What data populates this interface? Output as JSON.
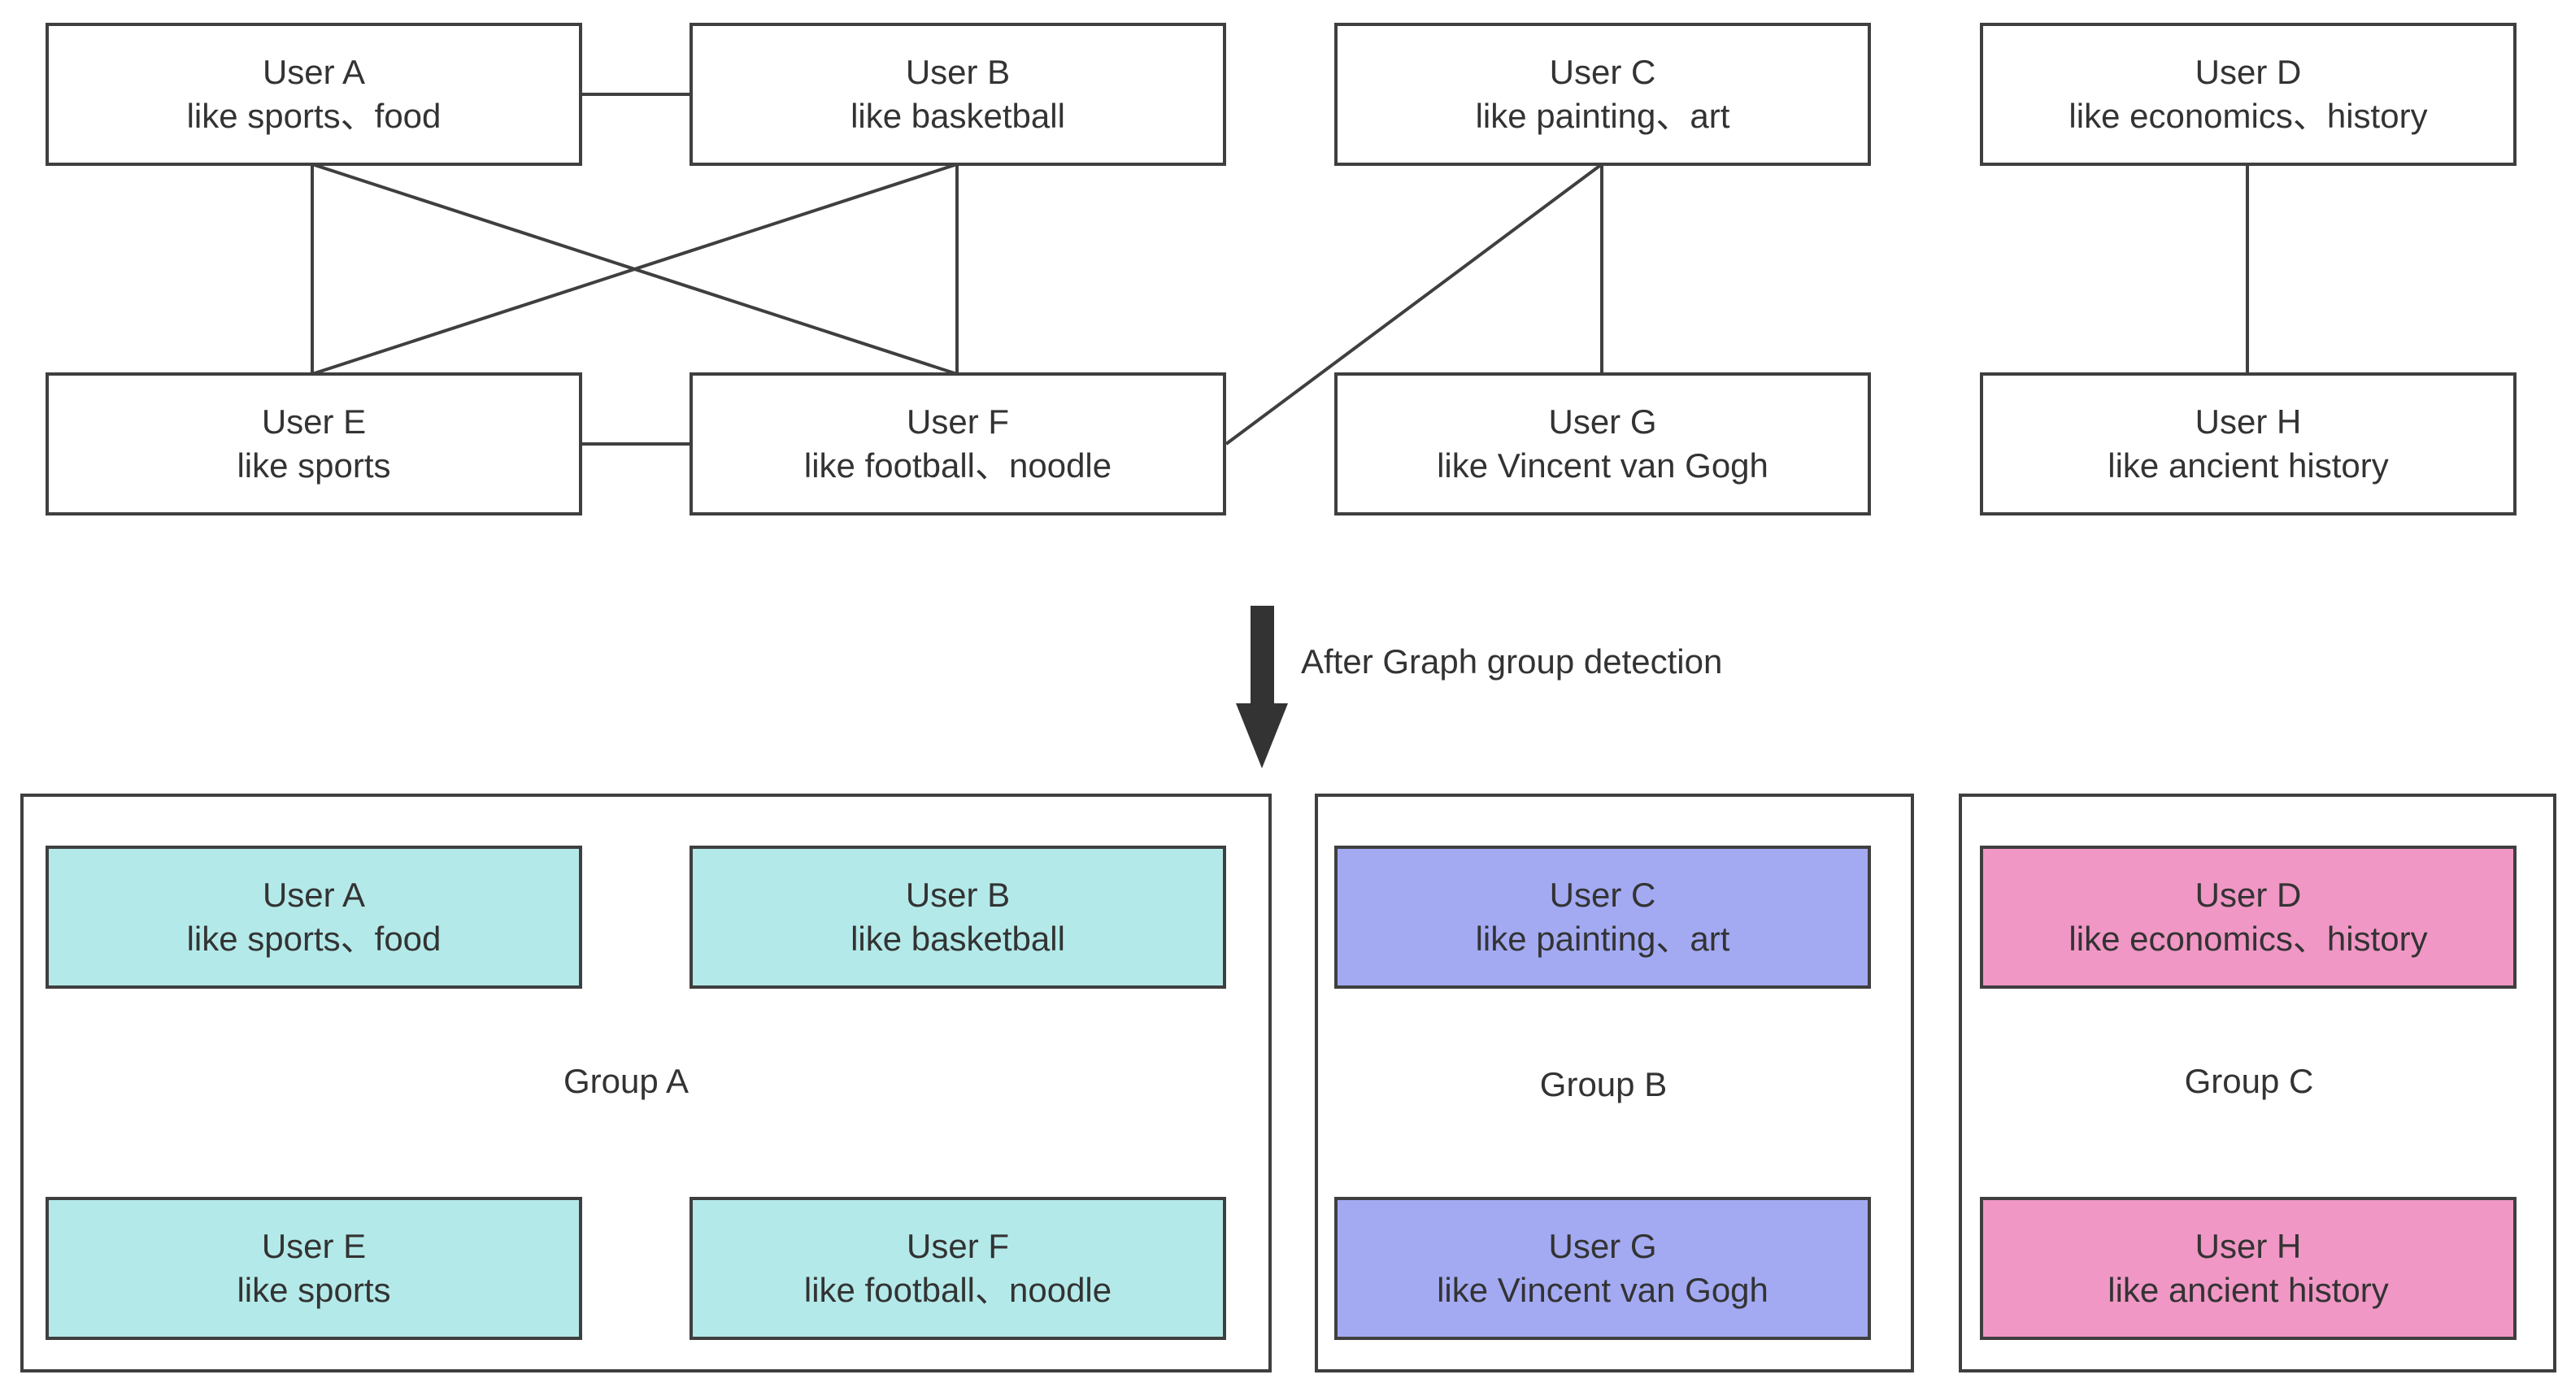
{
  "colors": {
    "group_a_fill": "#b4e9e9",
    "group_b_fill": "#a3aaf2",
    "group_c_fill": "#f097c5",
    "stroke": "#3f3f3f",
    "text": "#333333"
  },
  "users": {
    "a": {
      "name": "User A",
      "likes": "like sports、food"
    },
    "b": {
      "name": "User B",
      "likes": "like basketball"
    },
    "c": {
      "name": "User C",
      "likes": "like painting、art"
    },
    "d": {
      "name": "User D",
      "likes": "like economics、history"
    },
    "e": {
      "name": "User E",
      "likes": "like sports"
    },
    "f": {
      "name": "User F",
      "likes": "like football、noodle"
    },
    "g": {
      "name": "User G",
      "likes": "like Vincent van Gogh"
    },
    "h": {
      "name": "User H",
      "likes": "like ancient history"
    }
  },
  "edges": [
    [
      "a",
      "b"
    ],
    [
      "a",
      "e"
    ],
    [
      "a",
      "f"
    ],
    [
      "b",
      "e"
    ],
    [
      "b",
      "f"
    ],
    [
      "e",
      "f"
    ],
    [
      "c",
      "f"
    ],
    [
      "c",
      "g"
    ],
    [
      "d",
      "h"
    ]
  ],
  "arrow_label": "After Graph group detection",
  "groups": {
    "a": {
      "label": "Group A",
      "members": [
        "a",
        "b",
        "e",
        "f"
      ]
    },
    "b": {
      "label": "Group B",
      "members": [
        "c",
        "g"
      ]
    },
    "c": {
      "label": "Group C",
      "members": [
        "d",
        "h"
      ]
    }
  }
}
